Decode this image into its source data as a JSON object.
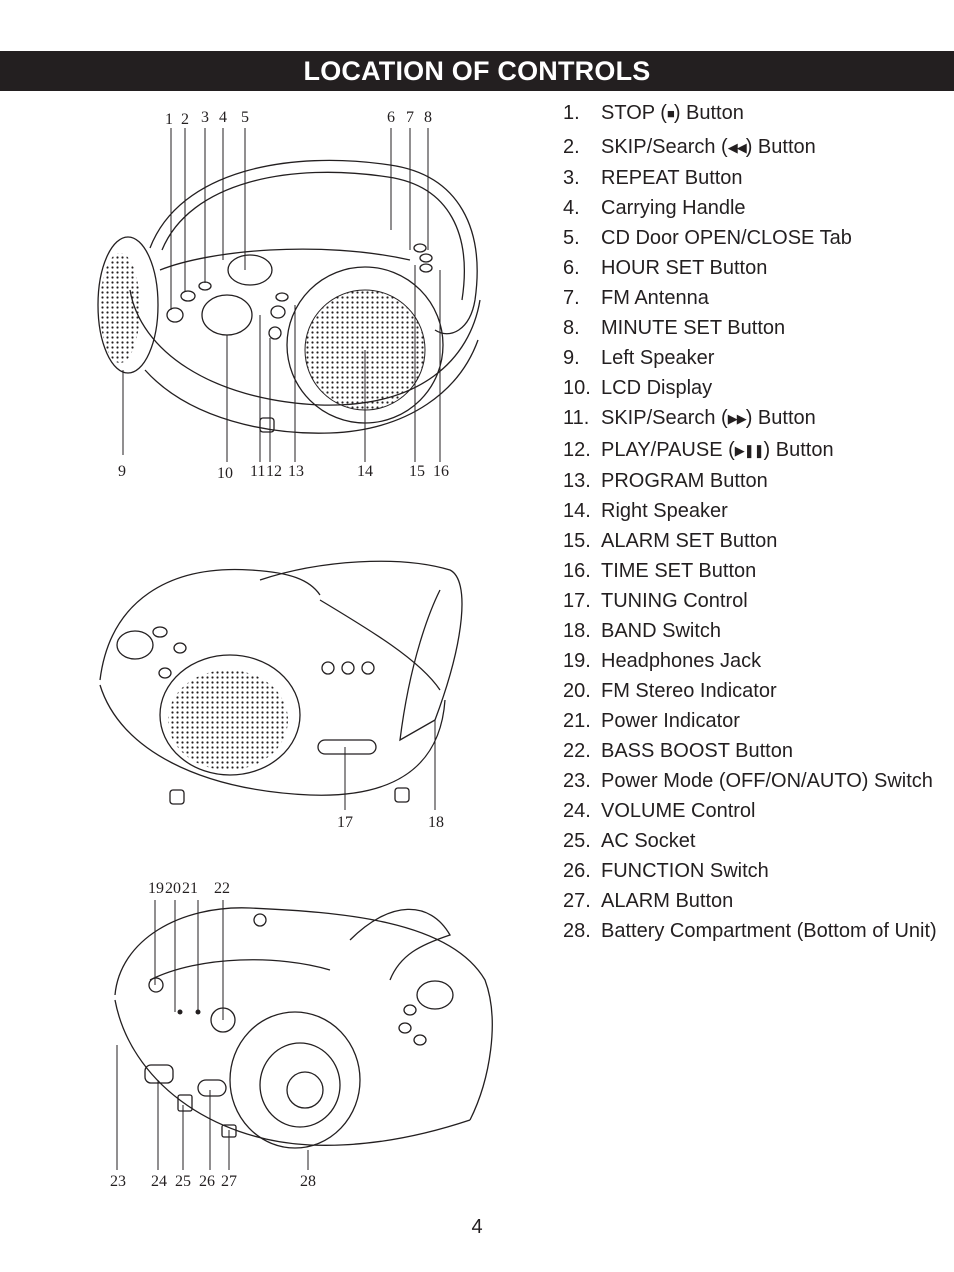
{
  "header": {
    "title": "LOCATION OF CONTROLS"
  },
  "controls": [
    {
      "num": "1.",
      "pre": "STOP (",
      "glyph": "■",
      "post": ") Button"
    },
    {
      "num": "2.",
      "pre": "SKIP/Search (",
      "glyph": "◀◀",
      "post": ") Button"
    },
    {
      "num": "3.",
      "pre": "REPEAT Button",
      "glyph": "",
      "post": ""
    },
    {
      "num": "4.",
      "pre": "Carrying Handle",
      "glyph": "",
      "post": ""
    },
    {
      "num": "5.",
      "pre": "CD Door OPEN/CLOSE Tab",
      "glyph": "",
      "post": ""
    },
    {
      "num": "6.",
      "pre": "HOUR SET Button",
      "glyph": "",
      "post": ""
    },
    {
      "num": "7.",
      "pre": "FM Antenna",
      "glyph": "",
      "post": ""
    },
    {
      "num": "8.",
      "pre": "MINUTE SET Button",
      "glyph": "",
      "post": ""
    },
    {
      "num": "9.",
      "pre": "Left Speaker",
      "glyph": "",
      "post": ""
    },
    {
      "num": "10.",
      "pre": "LCD Display",
      "glyph": "",
      "post": ""
    },
    {
      "num": "11.",
      "pre": "SKIP/Search (",
      "glyph": "▶▶",
      "post": ") Button"
    },
    {
      "num": "12.",
      "pre": "PLAY/PAUSE (",
      "glyph": "▶❚❚",
      "post": ") Button"
    },
    {
      "num": "13.",
      "pre": "PROGRAM Button",
      "glyph": "",
      "post": ""
    },
    {
      "num": "14.",
      "pre": "Right Speaker",
      "glyph": "",
      "post": ""
    },
    {
      "num": "15.",
      "pre": "ALARM SET Button",
      "glyph": "",
      "post": ""
    },
    {
      "num": "16.",
      "pre": "TIME SET Button",
      "glyph": "",
      "post": ""
    },
    {
      "num": "17.",
      "pre": "TUNING Control",
      "glyph": "",
      "post": ""
    },
    {
      "num": "18.",
      "pre": "BAND Switch",
      "glyph": "",
      "post": ""
    },
    {
      "num": "19.",
      "pre": "Headphones Jack",
      "glyph": "",
      "post": ""
    },
    {
      "num": "20.",
      "pre": "FM Stereo Indicator",
      "glyph": "",
      "post": ""
    },
    {
      "num": "21.",
      "pre": "Power Indicator",
      "glyph": "",
      "post": ""
    },
    {
      "num": "22.",
      "pre": "BASS BOOST Button",
      "glyph": "",
      "post": ""
    },
    {
      "num": "23.",
      "pre": "Power Mode (OFF/ON/AUTO) Switch",
      "glyph": "",
      "post": ""
    },
    {
      "num": "24.",
      "pre": "VOLUME Control",
      "glyph": "",
      "post": ""
    },
    {
      "num": "25.",
      "pre": "AC Socket",
      "glyph": "",
      "post": ""
    },
    {
      "num": "26.",
      "pre": "FUNCTION Switch",
      "glyph": "",
      "post": ""
    },
    {
      "num": "27.",
      "pre": "ALARM Button",
      "glyph": "",
      "post": ""
    },
    {
      "num": "28.",
      "pre": "Battery Compartment (Bottom of Unit)",
      "glyph": "",
      "post": ""
    }
  ],
  "diagram_labels": {
    "top": [
      "1",
      "2",
      "3",
      "4",
      "5",
      "6",
      "7",
      "8"
    ],
    "bottom1": [
      "9",
      "10",
      "11",
      "12",
      "13",
      "14",
      "15",
      "16"
    ],
    "mid": [
      "17",
      "18"
    ],
    "lower_top": [
      "19",
      "20",
      "21",
      "22"
    ],
    "lower_bottom": [
      "23",
      "24",
      "25",
      "26",
      "27",
      "28"
    ]
  },
  "page": {
    "number": "4"
  }
}
